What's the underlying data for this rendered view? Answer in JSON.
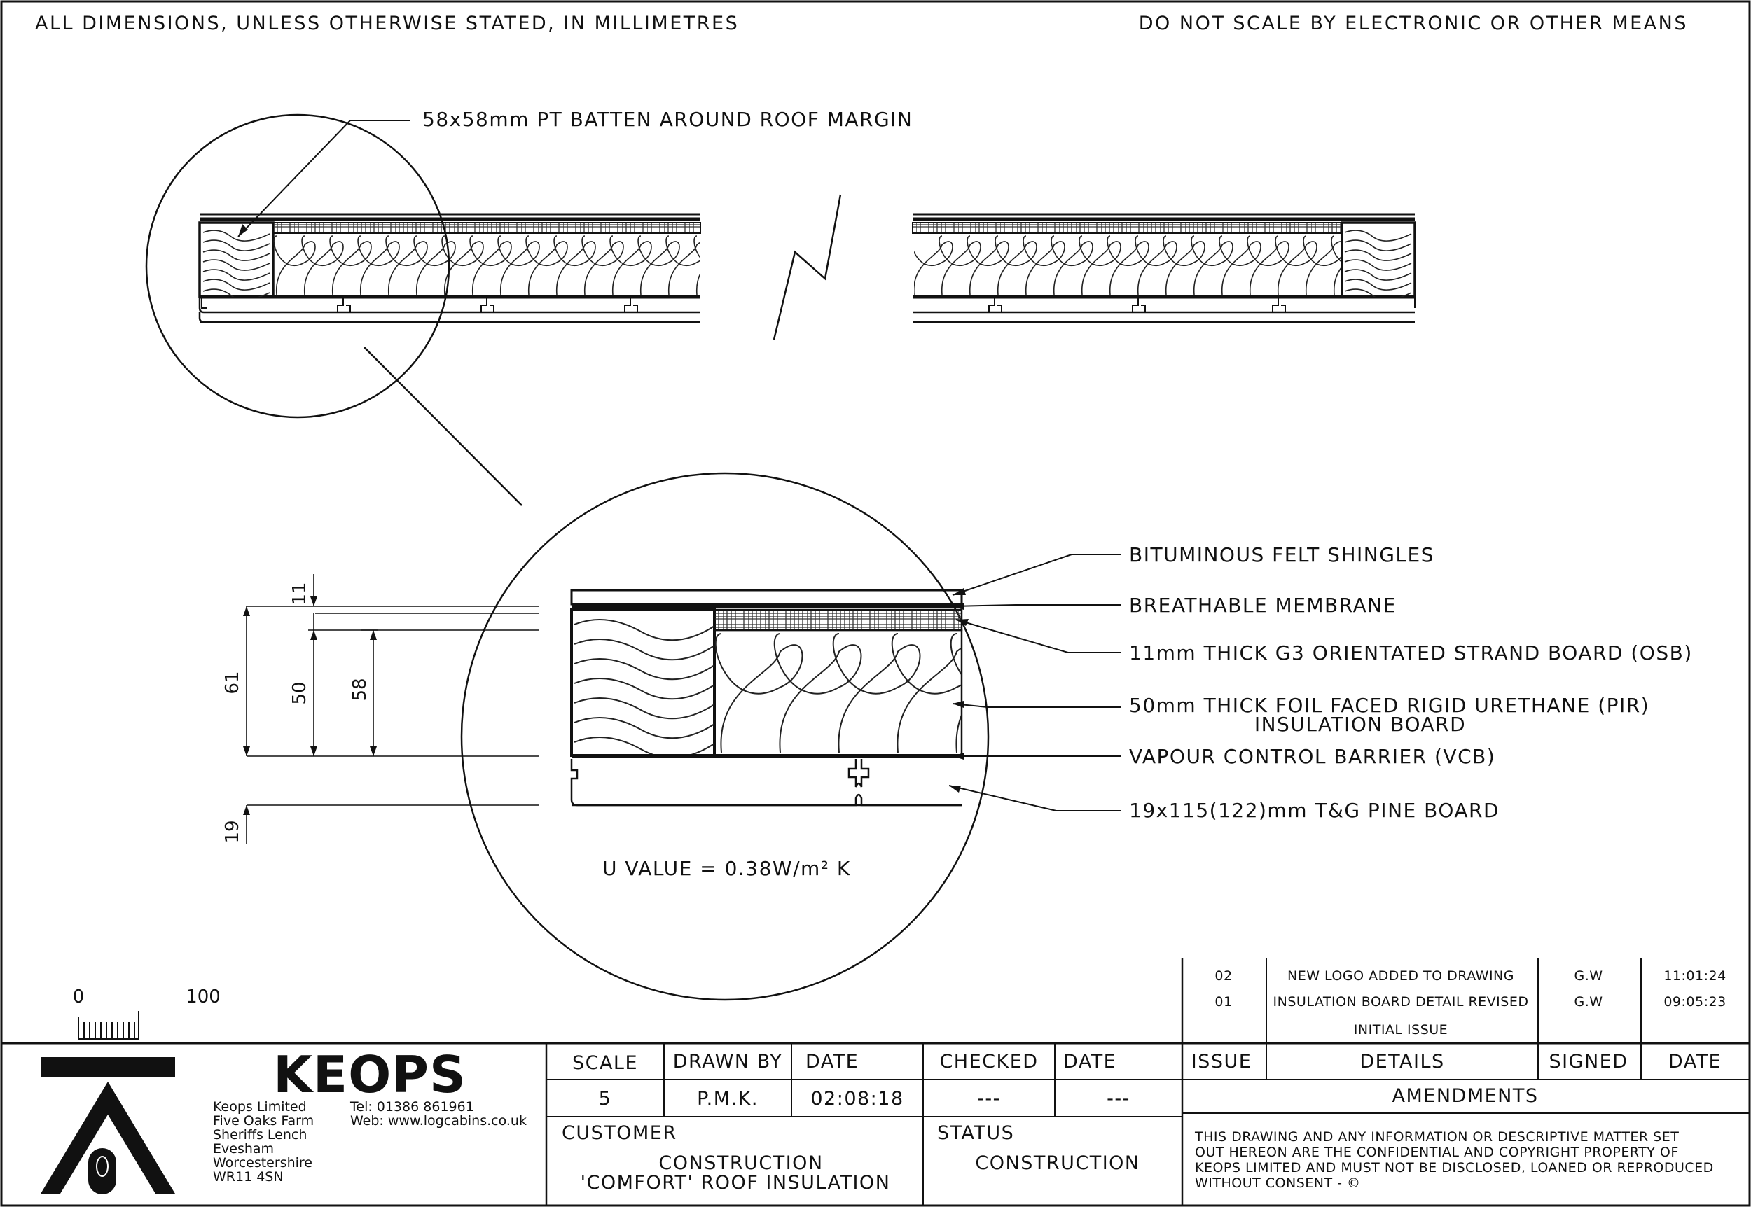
{
  "notes": {
    "dimensions": "ALL DIMENSIONS, UNLESS OTHERWISE STATED, IN MILLIMETRES",
    "do_not_scale": "DO NOT SCALE BY ELECTRONIC OR OTHER MEANS"
  },
  "section": {
    "batten_label": "58x58mm PT BATTEN AROUND ROOF MARGIN"
  },
  "detail": {
    "labels": [
      "BITUMINOUS FELT SHINGLES",
      "BREATHABLE MEMBRANE",
      "11mm THICK G3 ORIENTATED STRAND BOARD (OSB)",
      "50mm THICK FOIL FACED RIGID URETHANE (PIR)",
      "INSULATION BOARD",
      "VAPOUR CONTROL BARRIER (VCB)",
      "19x115(122)mm T&G PINE BOARD"
    ],
    "dims": {
      "d11": "11",
      "d61": "61",
      "d50": "50",
      "d58": "58",
      "d19": "19"
    },
    "u_value": "U VALUE = 0.38W/m² K"
  },
  "scale_bar": {
    "start": "0",
    "end": "100"
  },
  "title_block": {
    "company": {
      "logo": "KEOPS",
      "address": [
        "Keops Limited",
        "Five Oaks Farm",
        "Sheriffs Lench",
        "Evesham",
        "Worcestershire",
        "WR11 4SN"
      ],
      "tel": "Tel: 01386 861961",
      "web": "Web: www.logcabins.co.uk"
    },
    "headers": {
      "scale": "SCALE",
      "drawn_by": "DRAWN BY",
      "date": "DATE",
      "checked": "CHECKED",
      "date2": "DATE",
      "issue": "ISSUE",
      "details": "DETAILS",
      "signed": "SIGNED",
      "date3": "DATE"
    },
    "values": {
      "scale": "5",
      "drawn_by": "P.M.K.",
      "date": "02:08:18",
      "checked": "---",
      "date2": "---"
    },
    "amendments_title": "AMENDMENTS",
    "customer_label": "CUSTOMER",
    "customer_line1": "CONSTRUCTION",
    "customer_line2": "'COMFORT' ROOF INSULATION",
    "status_label": "STATUS",
    "status_value": "CONSTRUCTION",
    "confidential": [
      "THIS DRAWING AND ANY INFORMATION OR DESCRIPTIVE MATTER SET",
      "OUT HEREON ARE THE CONFIDENTIAL AND COPYRIGHT PROPERTY OF",
      "KEOPS LIMITED AND MUST NOT BE DISCLOSED, LOANED OR REPRODUCED",
      "WITHOUT CONSENT - ©"
    ],
    "amendments": [
      {
        "issue": "02",
        "details": "NEW LOGO ADDED TO DRAWING",
        "signed": "G.W",
        "date": "11:01:24"
      },
      {
        "issue": "01",
        "details": "INSULATION BOARD DETAIL REVISED",
        "signed": "G.W",
        "date": "09:05:23"
      },
      {
        "issue": "",
        "details": "INITIAL ISSUE",
        "signed": "",
        "date": ""
      }
    ]
  }
}
